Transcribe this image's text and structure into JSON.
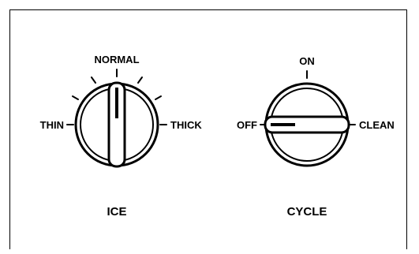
{
  "ice_knob": {
    "title": "ICE",
    "left_label": "THIN",
    "top_label": "NORMAL",
    "right_label": "THICK",
    "tick_count": 5
  },
  "cycle_knob": {
    "title": "CYCLE",
    "left_label": "OFF",
    "top_label": "ON",
    "right_label": "CLEAN"
  }
}
